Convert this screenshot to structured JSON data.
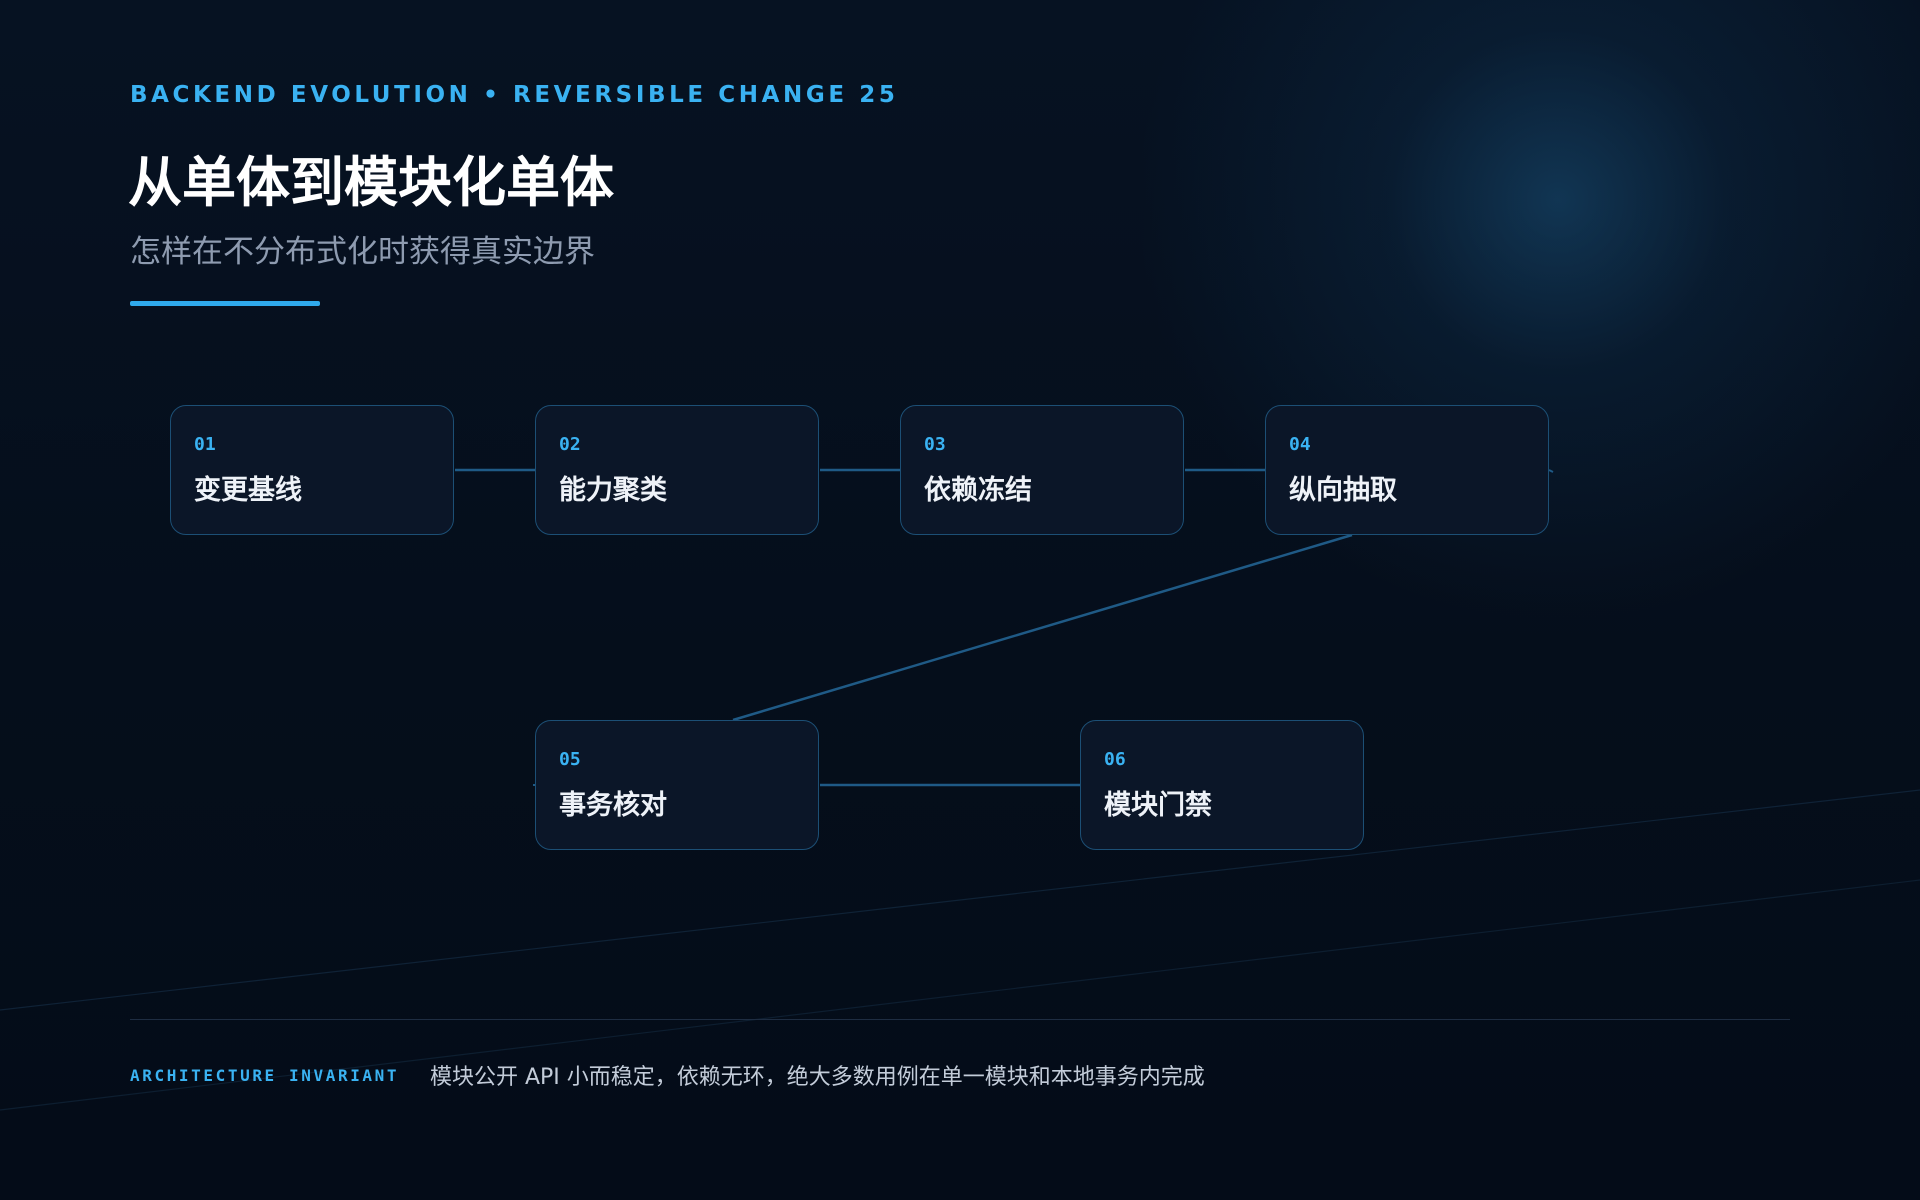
{
  "header": {
    "eyebrow": "BACKEND EVOLUTION • REVERSIBLE CHANGE 25",
    "title": "从单体到模块化单体",
    "subtitle": "怎样在不分布式化时获得真实边界"
  },
  "diagram": {
    "steps": [
      {
        "num": "01",
        "label": "变更基线"
      },
      {
        "num": "02",
        "label": "能力聚类"
      },
      {
        "num": "03",
        "label": "依赖冻结"
      },
      {
        "num": "04",
        "label": "纵向抽取"
      },
      {
        "num": "05",
        "label": "事务核对"
      },
      {
        "num": "06",
        "label": "模块门禁"
      }
    ],
    "connections": [
      [
        "01",
        "02"
      ],
      [
        "02",
        "03"
      ],
      [
        "03",
        "04"
      ],
      [
        "04",
        "05"
      ],
      [
        "05",
        "06"
      ]
    ]
  },
  "footer": {
    "key": "ARCHITECTURE INVARIANT",
    "text": "模块公开 API 小而稳定，依赖无环，绝大多数用例在单一模块和本地事务内完成"
  },
  "colors": {
    "accent": "#3ab2f2",
    "background": "#050d19",
    "node_fill": "#0b1628",
    "node_border": "#1c4f75",
    "connector": "#1f5a86"
  }
}
